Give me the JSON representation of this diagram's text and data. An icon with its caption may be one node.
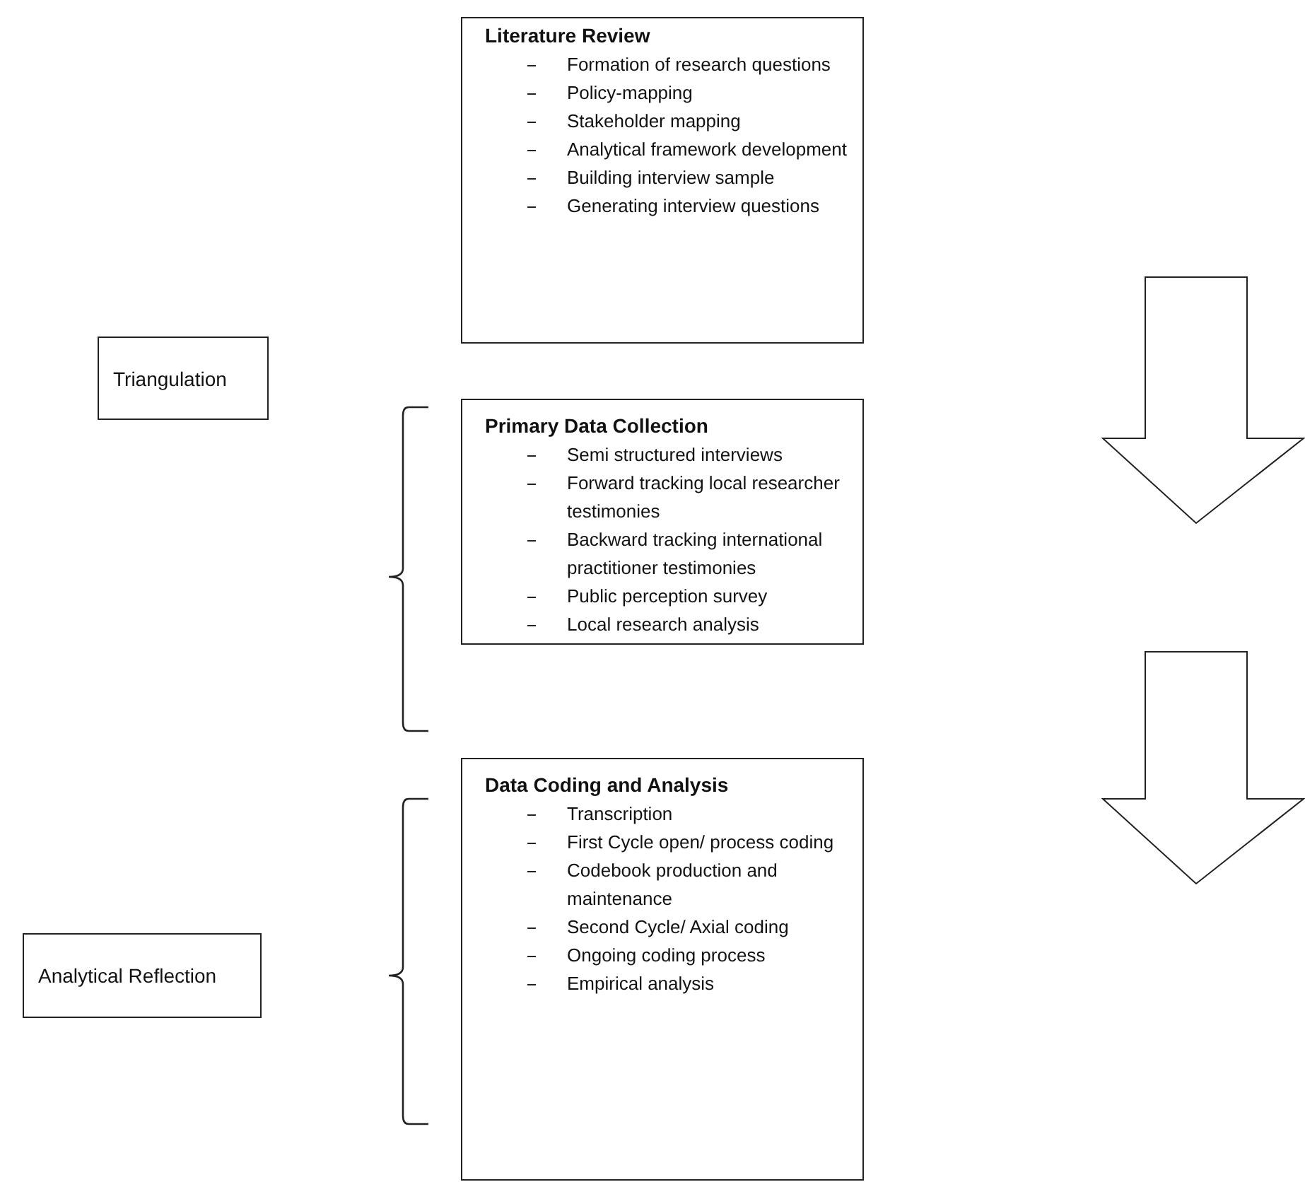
{
  "diagram": {
    "nodes": [
      {
        "text": [
          "Literature Review",
          "Formation of research questions",
          "Policy-mapping",
          "Stakeholder mapping",
          "Analytical framework development",
          "Building interview sample",
          "Generating interview questions"
        ]
      },
      {
        "text": [
          "Primary Data Collection",
          "Semi structured interviews",
          "Forward tracking local researcher testimonies",
          "Backward tracking international practitioner testimonies",
          "Public perception survey",
          "Local research analysis"
        ]
      },
      {
        "text": [
          "Triangulation"
        ]
      },
      {
        "text": [
          "Data Coding and Analysis",
          "Transcription",
          "First Cycle open/ process coding",
          "Codebook production and maintenance",
          "Second Cycle/ Axial coding",
          "Ongoing coding process",
          "Empirical analysis"
        ]
      },
      {
        "text": [
          "Analytical Reflection"
        ]
      }
    ]
  }
}
